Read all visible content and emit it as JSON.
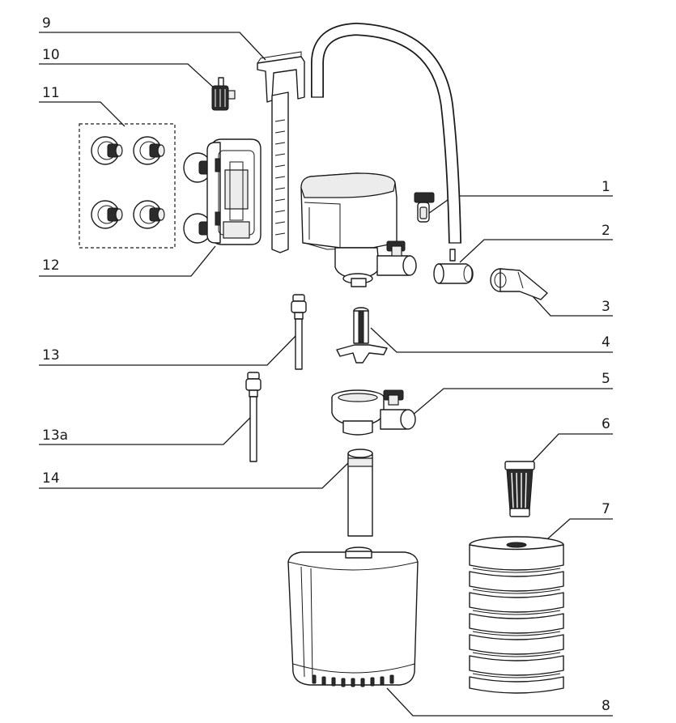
{
  "labels": {
    "p1": "1",
    "p2": "2",
    "p3": "3",
    "p4": "4",
    "p5": "5",
    "p6": "6",
    "p7": "7",
    "p8": "8",
    "p9": "9",
    "p10": "10",
    "p11": "11",
    "p12": "12",
    "p13": "13",
    "p13a": "13a",
    "p14": "14"
  },
  "colors": {
    "line": "#1a1a1a",
    "dark": "#2b2b2b",
    "grey": "#d9d9d9"
  }
}
